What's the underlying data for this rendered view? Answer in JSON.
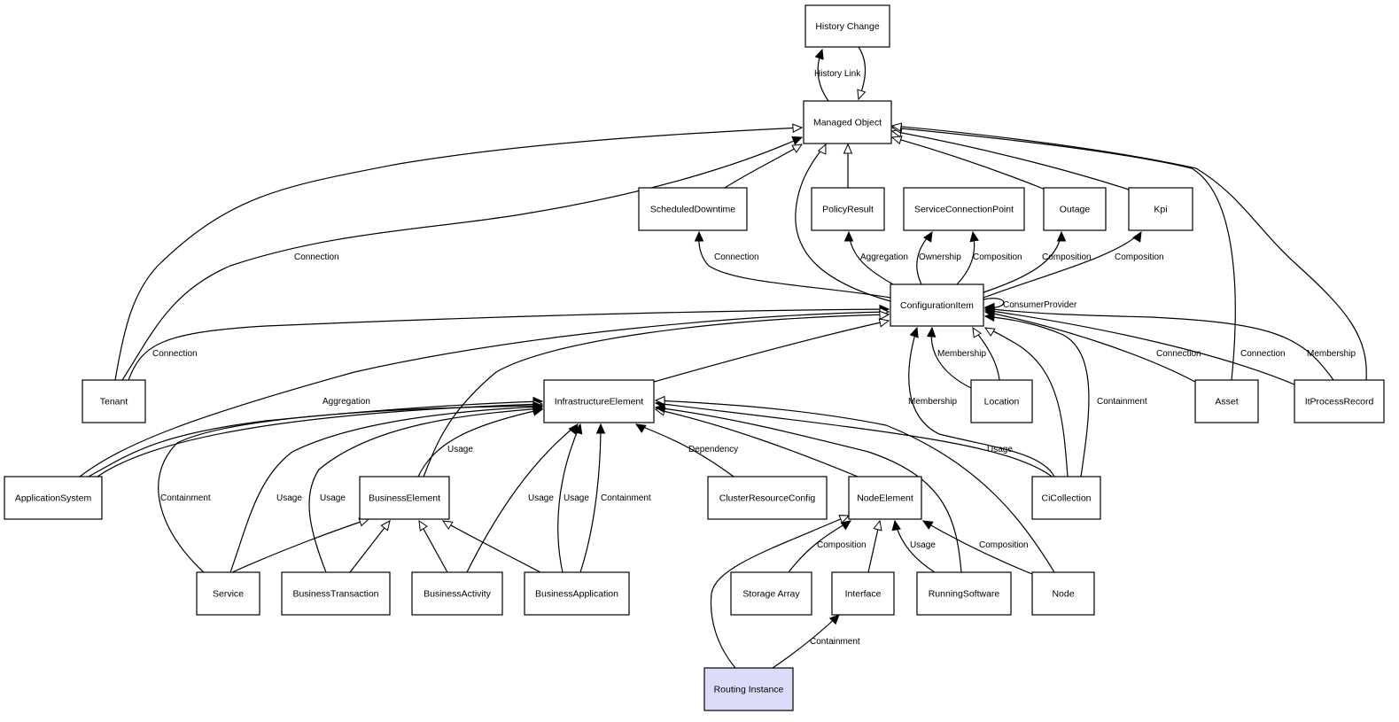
{
  "colors": {
    "node_fill": "#ffffff",
    "highlight_fill": "#dcdcfa",
    "stroke": "#000000",
    "background": "#ffffff"
  },
  "nodes": [
    {
      "id": "history-change",
      "label": "History Change"
    },
    {
      "id": "managed-object",
      "label": "Managed Object"
    },
    {
      "id": "scheduled-downtime",
      "label": "ScheduledDowntime"
    },
    {
      "id": "policy-result",
      "label": "PolicyResult"
    },
    {
      "id": "service-connection-point",
      "label": "ServiceConnectionPoint"
    },
    {
      "id": "outage",
      "label": "Outage"
    },
    {
      "id": "kpi",
      "label": "Kpi"
    },
    {
      "id": "configuration-item",
      "label": "ConfigurationItem"
    },
    {
      "id": "tenant",
      "label": "Tenant"
    },
    {
      "id": "infrastructure-element",
      "label": "InfrastructureElement"
    },
    {
      "id": "location",
      "label": "Location"
    },
    {
      "id": "asset",
      "label": "Asset"
    },
    {
      "id": "it-process-record",
      "label": "ItProcessRecord"
    },
    {
      "id": "application-system",
      "label": "ApplicationSystem"
    },
    {
      "id": "business-element",
      "label": "BusinessElement"
    },
    {
      "id": "cluster-resource-config",
      "label": "ClusterResourceConfig"
    },
    {
      "id": "node-element",
      "label": "NodeElement"
    },
    {
      "id": "ci-collection",
      "label": "CiCollection"
    },
    {
      "id": "service",
      "label": "Service"
    },
    {
      "id": "business-transaction",
      "label": "BusinessTransaction"
    },
    {
      "id": "business-activity",
      "label": "BusinessActivity"
    },
    {
      "id": "business-application",
      "label": "BusinessApplication"
    },
    {
      "id": "storage-array",
      "label": "Storage Array"
    },
    {
      "id": "interface",
      "label": "Interface"
    },
    {
      "id": "running-software",
      "label": "RunningSoftware"
    },
    {
      "id": "node",
      "label": "Node"
    },
    {
      "id": "routing-instance",
      "label": "Routing Instance",
      "highlighted": true
    }
  ],
  "edge_labels": [
    {
      "id": "history-link",
      "text": "History Link"
    },
    {
      "id": "connection-tenant-mo",
      "text": "Connection"
    },
    {
      "id": "connection-ci-sd",
      "text": "Connection"
    },
    {
      "id": "aggregation-ci-pr",
      "text": "Aggregation"
    },
    {
      "id": "ownership",
      "text": "Ownership"
    },
    {
      "id": "composition-scp",
      "text": "Composition"
    },
    {
      "id": "composition-outage",
      "text": "Composition"
    },
    {
      "id": "composition-kpi",
      "text": "Composition"
    },
    {
      "id": "consumer-provider",
      "text": "ConsumerProvider"
    },
    {
      "id": "connection-tenant-ci",
      "text": "Connection"
    },
    {
      "id": "membership-location",
      "text": "Membership"
    },
    {
      "id": "connection-asset",
      "text": "Connection"
    },
    {
      "id": "connection-itpr",
      "text": "Connection"
    },
    {
      "id": "membership-itpr",
      "text": "Membership"
    },
    {
      "id": "aggregation-as-ie",
      "text": "Aggregation"
    },
    {
      "id": "membership-cicol",
      "text": "Membership"
    },
    {
      "id": "containment-cicol",
      "text": "Containment"
    },
    {
      "id": "usage-be-ie",
      "text": "Usage"
    },
    {
      "id": "dependency",
      "text": "Dependency"
    },
    {
      "id": "usage-cicol-ie",
      "text": "Usage"
    },
    {
      "id": "containment-service",
      "text": "Containment"
    },
    {
      "id": "usage-service",
      "text": "Usage"
    },
    {
      "id": "usage-bt",
      "text": "Usage"
    },
    {
      "id": "usage-ba",
      "text": "Usage"
    },
    {
      "id": "usage-bapp",
      "text": "Usage"
    },
    {
      "id": "containment-bapp",
      "text": "Containment"
    },
    {
      "id": "composition-storage",
      "text": "Composition"
    },
    {
      "id": "usage-rs",
      "text": "Usage"
    },
    {
      "id": "composition-node",
      "text": "Composition"
    },
    {
      "id": "containment-ri",
      "text": "Containment"
    }
  ]
}
